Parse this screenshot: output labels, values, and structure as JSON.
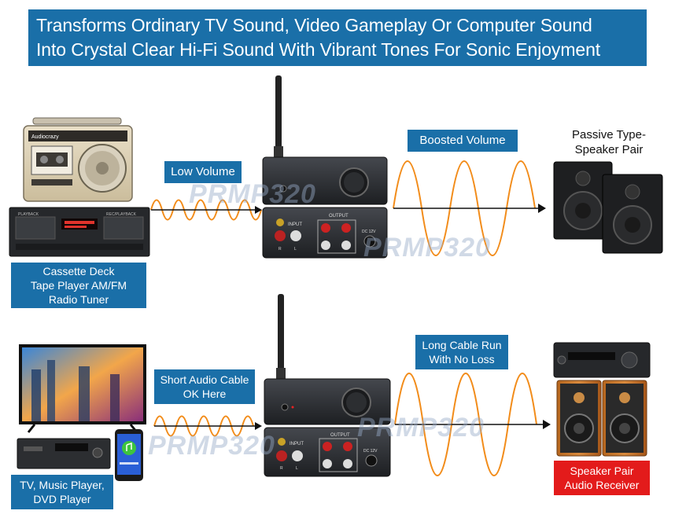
{
  "header": {
    "line1": "Transforms Ordinary TV Sound, Video Gameplay Or Computer Sound",
    "line2": "Into Crystal Clear Hi-Fi Sound With Vibrant Tones For Sonic Enjoyment"
  },
  "top": {
    "input_label": "Low Volume",
    "output_label": "Boosted Volume",
    "source_caption": [
      "Cassette Deck",
      "Tape Player AM/FM",
      "Radio Tuner"
    ],
    "speaker_caption": [
      "Passive Type-",
      "Speaker Pair"
    ],
    "boombox_brand": "Audiocrazy",
    "deck_left": "PLAYBACK",
    "deck_right": "REC/PLAYBACK"
  },
  "bottom": {
    "input_label": [
      "Short Audio Cable",
      "OK Here"
    ],
    "output_label": [
      "Long Cable Run",
      "With No Loss"
    ],
    "source_caption": [
      "TV, Music Player,",
      "DVD Player"
    ],
    "receiver_caption": [
      "Speaker Pair",
      "Audio Receiver"
    ]
  },
  "amp": {
    "input_text": "INPUT",
    "output_text": "OUTPUT",
    "dc_text": "DC 12V",
    "r_text": "R",
    "l_text": "L"
  },
  "watermark": "PRMP320",
  "colors": {
    "banner": "#1a6fa8",
    "red_label": "#e31b1b",
    "wave": "#f28c1a",
    "amp_body": "#2a2c30"
  }
}
